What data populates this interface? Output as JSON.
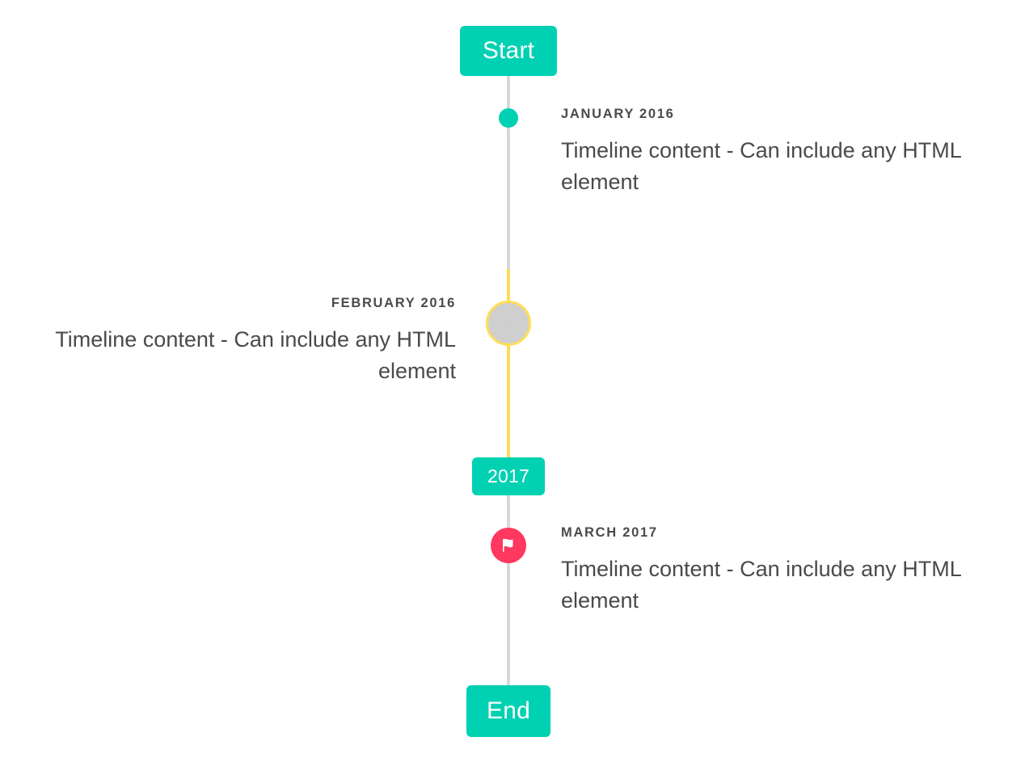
{
  "timeline": {
    "colors": {
      "accent_teal": "#00d1b2",
      "accent_yellow": "#ffdd57",
      "accent_pink": "#ff3860",
      "line_gray": "#d8d8d8",
      "marker_gray": "#cfcfcf",
      "text_gray": "#4a4a4a",
      "background": "#ffffff"
    },
    "header": {
      "label": "Start"
    },
    "divider": {
      "label": "2017"
    },
    "footer": {
      "label": "End"
    },
    "events": [
      {
        "date": "JANUARY 2016",
        "body": "Timeline content - Can include any HTML element",
        "side": "right",
        "marker": "dot-marker",
        "marker_color": "#00d1b2"
      },
      {
        "date": "FEBRUARY 2016",
        "body": "Timeline content - Can include any HTML element",
        "side": "left",
        "marker": "circle-marker",
        "marker_color": "#cfcfcf",
        "marker_ring_color": "#ffdd57",
        "marker_glyph": "::"
      },
      {
        "date": "MARCH 2017",
        "body": "Timeline content - Can include any HTML element",
        "side": "right",
        "marker": "flag-icon",
        "marker_color": "#ff3860"
      }
    ]
  }
}
